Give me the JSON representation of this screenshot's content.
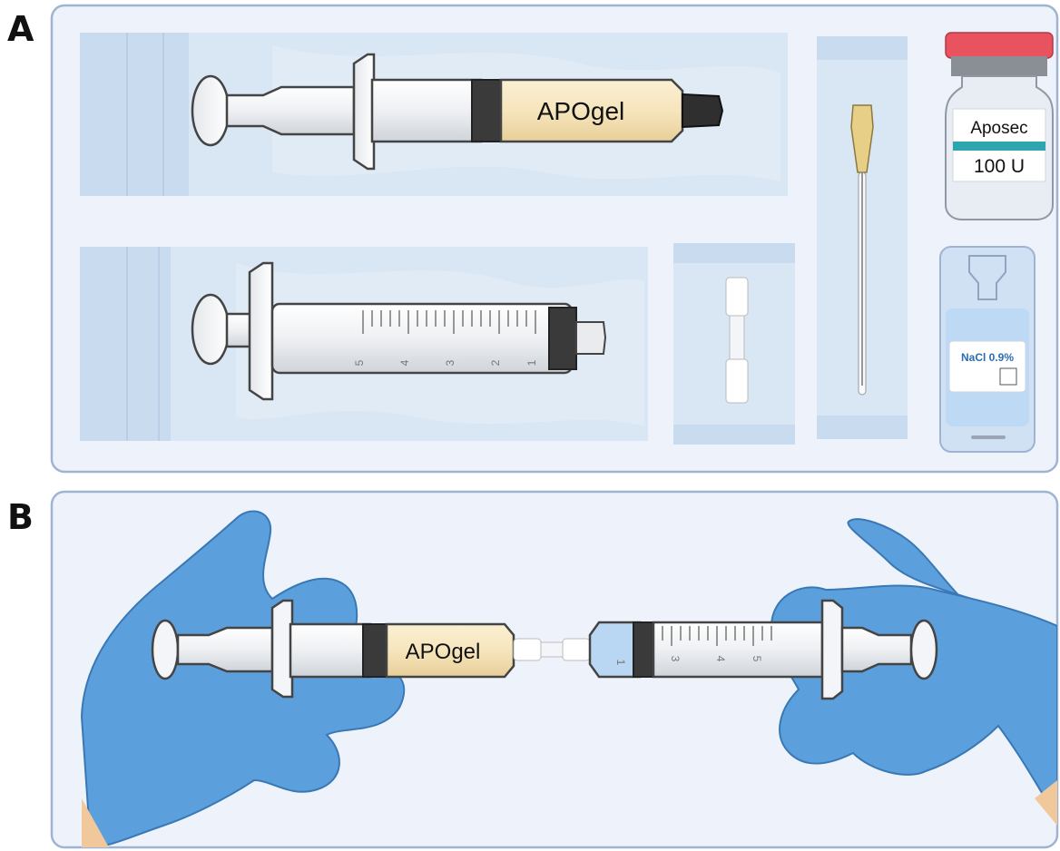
{
  "panels": {
    "a": {
      "letter": "A"
    },
    "b": {
      "letter": "B"
    }
  },
  "kit": {
    "apogel_label": "APOgel",
    "vial_name": "Aposec",
    "vial_dose": "100 U",
    "saline_label": "NaCl 0.9%",
    "empty_syringe_ticks": [
      "5",
      "4",
      "3",
      "2",
      "1"
    ]
  },
  "mixing": {
    "apogel_label": "APOgel",
    "saline_syringe_ticks": [
      "1",
      "3",
      "4",
      "5"
    ]
  },
  "colors": {
    "panel_bg": "#eef3fb",
    "panel_border": "#9fb4d2",
    "pouch": "#d6e4f3",
    "gel": "#f6e5bd",
    "glove": "#5b9fdc",
    "cap_red": "#e9525f",
    "stripe_teal": "#2ea6b0",
    "saline_blue": "#b9d7f2"
  }
}
